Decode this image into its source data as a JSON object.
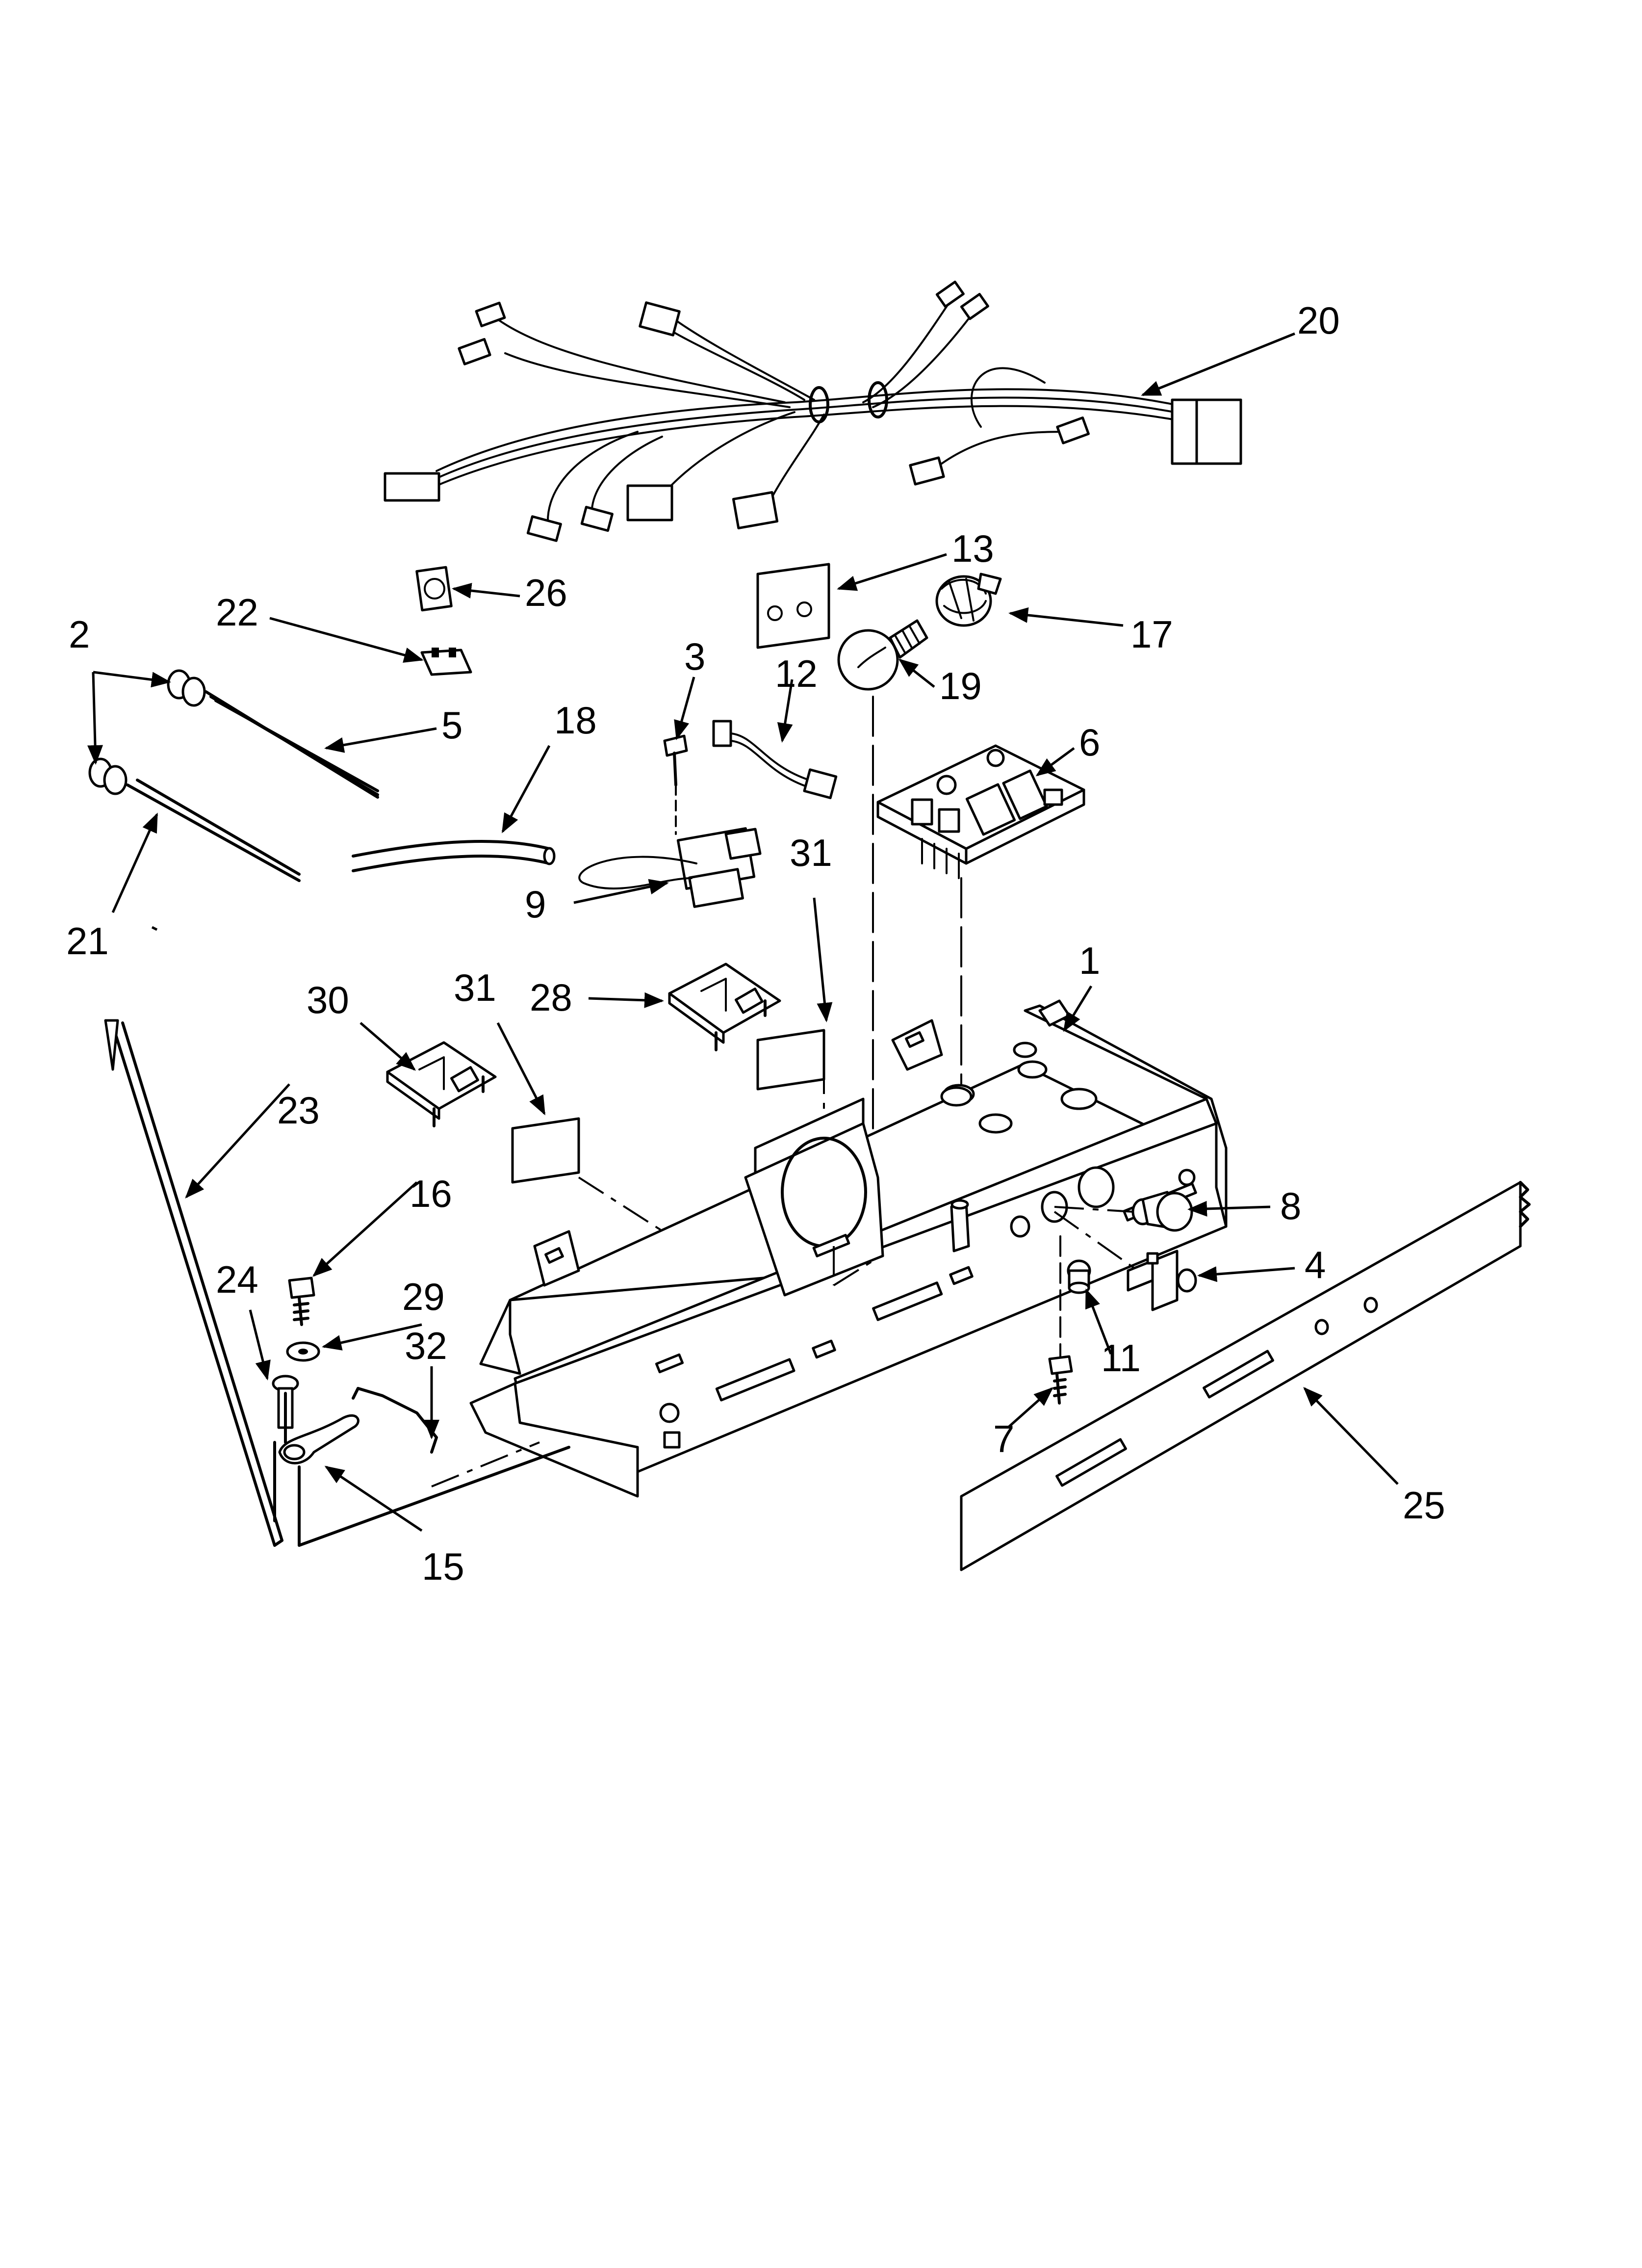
{
  "labels": {
    "l1": "1",
    "l2": "2",
    "l3": "3",
    "l4": "4",
    "l5": "5",
    "l6": "6",
    "l7": "7",
    "l8": "8",
    "l9": "9",
    "l11": "11",
    "l12": "12",
    "l13": "13",
    "l15": "15",
    "l16": "16",
    "l17": "17",
    "l18": "18",
    "l19": "19",
    "l20": "20",
    "l21": "21",
    "l22": "22",
    "l23": "23",
    "l24": "24",
    "l25": "25",
    "l26": "26",
    "l28": "28",
    "l29": "29",
    "l30": "30",
    "l31a": "31",
    "l31b": "31",
    "l32": "32"
  }
}
